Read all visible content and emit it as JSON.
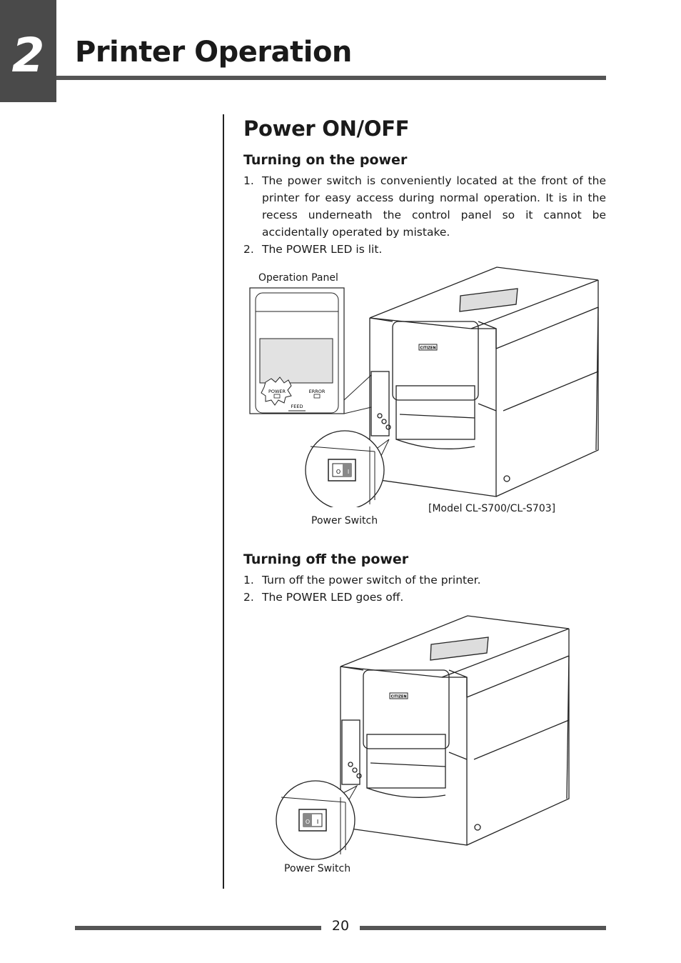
{
  "header": {
    "chapter_number": "2",
    "chapter_title": "Printer Operation"
  },
  "section": {
    "title": "Power ON/OFF"
  },
  "turning_on": {
    "title": "Turning on the power",
    "steps": [
      {
        "num": "1.",
        "text": "The power switch is conveniently located at the front of the printer for easy access during normal operation. It is in the recess underneath the control panel so it cannot be accidentally operated by mistake."
      },
      {
        "num": "2.",
        "text": "The POWER LED is lit."
      }
    ],
    "figure": {
      "operation_panel_label": "Operation Panel",
      "power_switch_label": "Power Switch",
      "model_label": "[Model CL-S700/CL-S703]",
      "panel_power_text": "POWER",
      "panel_error_text": "ERROR",
      "panel_feed_text": "FEED",
      "brand_text": "CITIZEN",
      "switch_off_symbol": "O",
      "switch_on_symbol": "I"
    }
  },
  "turning_off": {
    "title": "Turning off the power",
    "steps": [
      {
        "num": "1.",
        "text": "Turn off the power switch of the printer."
      },
      {
        "num": "2.",
        "text": "The POWER LED goes off."
      }
    ],
    "figure": {
      "power_switch_label": "Power Switch",
      "brand_text": "CITIZEN",
      "switch_off_symbol": "O",
      "switch_on_symbol": "I"
    }
  },
  "footer": {
    "page_number": "20"
  }
}
